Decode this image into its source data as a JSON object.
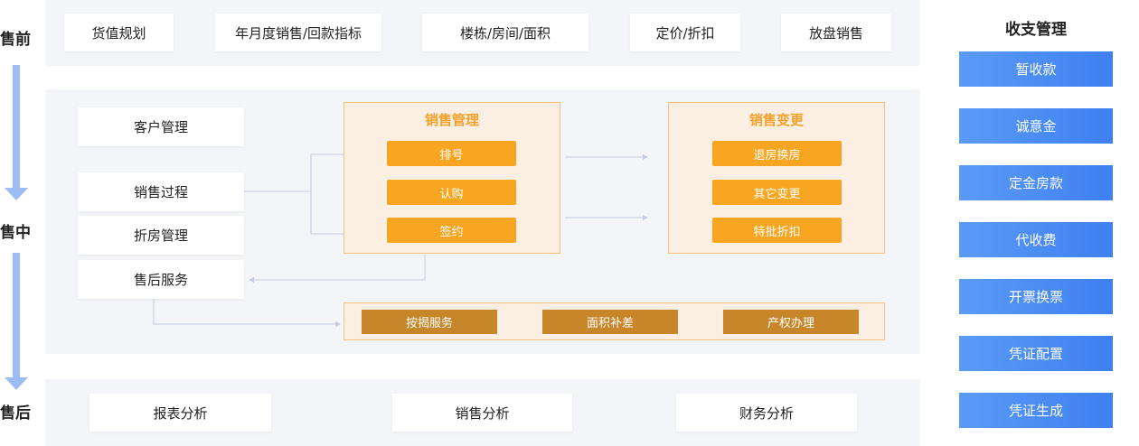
{
  "stages": {
    "pre": "售前",
    "mid": "售中",
    "post": "售后"
  },
  "pre_flow": [
    "货值规划",
    "年月度销售/回款指标",
    "楼栋/房间/面积",
    "定价/折扣",
    "放盘销售"
  ],
  "mid_left": [
    "客户管理",
    "销售过程",
    "折房管理",
    "售后服务"
  ],
  "sales_mgmt": {
    "title": "销售管理",
    "items": [
      "排号",
      "认购",
      "签约"
    ]
  },
  "sales_change": {
    "title": "销售变更",
    "items": [
      "退房换房",
      "其它变更",
      "特批折扣"
    ]
  },
  "after_services": [
    "按揭服务",
    "面积补差",
    "产权办理"
  ],
  "post_analysis": [
    "报表分析",
    "销售分析",
    "财务分析"
  ],
  "finance": {
    "title": "收支管理",
    "items": [
      "暂收款",
      "诚意金",
      "定金房款",
      "代收费",
      "开票换票",
      "凭证配置",
      "凭证生成"
    ]
  },
  "colors": {
    "orange": "#f8a622",
    "dark_orange": "#c8862a",
    "blue": "#3e7ff0",
    "panel_bg": "#fbefe3",
    "band_bg": "#f4f5f8",
    "arrow_blue": "#8fb2ee"
  }
}
